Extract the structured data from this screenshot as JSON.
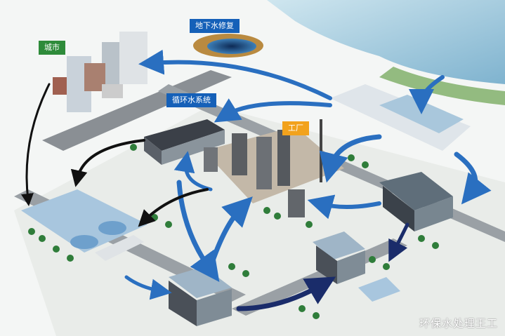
{
  "labels": {
    "groundwater": "地下水修复",
    "city": "城市",
    "circulating_water": "循环水系统",
    "factory": "工厂"
  },
  "watermark": "环保水处理王工",
  "colors": {
    "label_blue": "#1560b8",
    "label_green": "#2e8b3a",
    "label_orange": "#f2a21c",
    "arrow_blue": "#2a6fc0",
    "arrow_dark": "#1a2c6a"
  }
}
